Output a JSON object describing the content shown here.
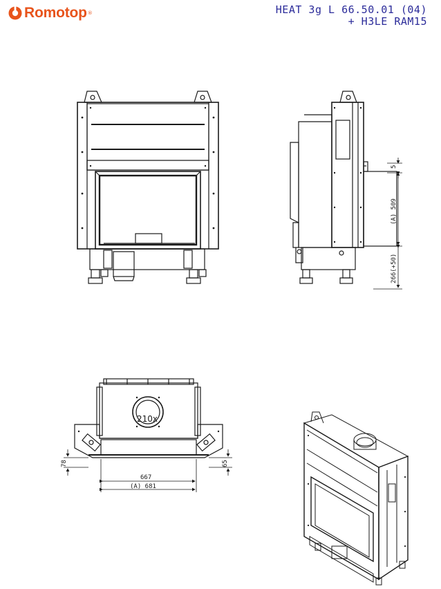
{
  "header": {
    "brand_name": "Romotop",
    "brand_mark": "®",
    "brand_color": "#e8541c",
    "model_line1": "HEAT 3g L 66.50.01 (04)",
    "model_line2": "+ H3LE RAM15",
    "model_color": "#2c2c9a"
  },
  "side_view": {
    "dim_top": "5",
    "dim_a": "(A) 509",
    "dim_bottom": "266(+50)"
  },
  "top_view": {
    "flue_diameter": "210x",
    "dim_width": "667",
    "dim_a": "(A) 681",
    "dim_left": "78",
    "dim_right": "65"
  },
  "icons": {
    "brand_icon": "romotop-logo-icon"
  }
}
